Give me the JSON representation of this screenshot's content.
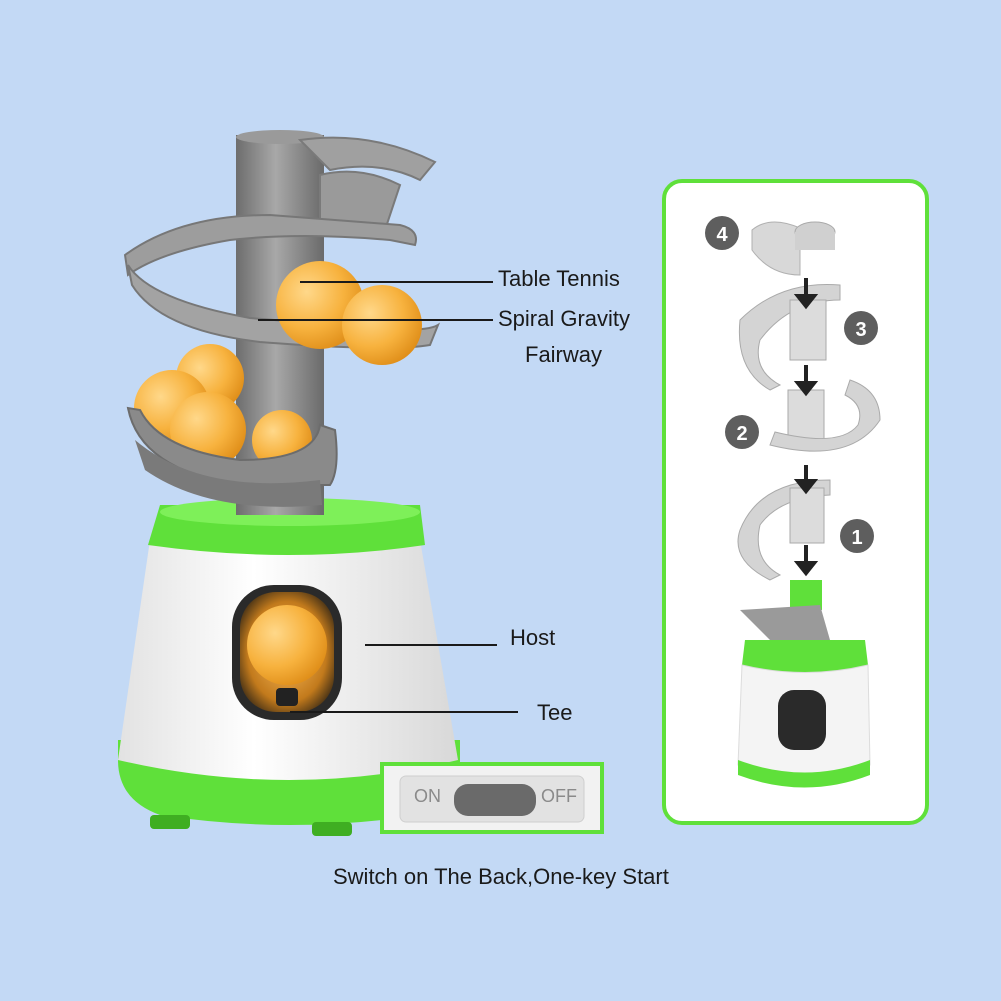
{
  "labels": {
    "table_tennis": "Table Tennis",
    "spiral_line1": "Spiral Gravity",
    "spiral_line2": "Fairway",
    "host": "Host",
    "tee": "Tee",
    "switch_caption": "Switch on The Back,One-key Start"
  },
  "switch": {
    "on": "ON",
    "off": "OFF"
  },
  "steps": [
    "4",
    "3",
    "2",
    "1"
  ],
  "colors": {
    "background": "#c3d9f5",
    "accent_green": "#5fe03a",
    "ball_orange": "#f9b33a",
    "body_gray": "#8e8e8e",
    "base_white": "#f4f4f4"
  }
}
